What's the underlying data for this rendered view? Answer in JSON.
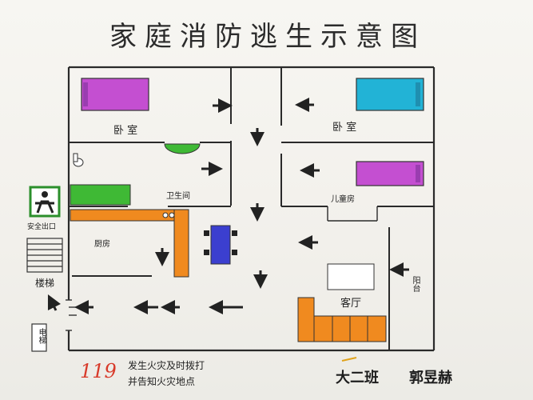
{
  "title": "家庭消防逃生示意图",
  "rooms": {
    "bedroom_left": "卧 室",
    "bedroom_right": "卧 室",
    "bathroom": "卫生间",
    "kids_room": "儿童房",
    "kitchen": "厨房",
    "living_room": "客厅",
    "balcony": "阳台"
  },
  "exit": {
    "safety_exit": "安全出口",
    "stairs": "楼梯",
    "elevator": "电梯"
  },
  "notes": {
    "line1": "发生火灾及时拨打",
    "line2": "并告知火灾地点"
  },
  "emergency_number": "119",
  "class_label": "大二班",
  "author": "郭昱赫",
  "colors": {
    "wall": "#2a2a2a",
    "bed_magenta": "#c44fd1",
    "bed_cyan": "#22b3d6",
    "green": "#3fb935",
    "orange": "#f08a1f",
    "table_blue": "#3b3fcf",
    "red_number": "#d83a2a"
  }
}
